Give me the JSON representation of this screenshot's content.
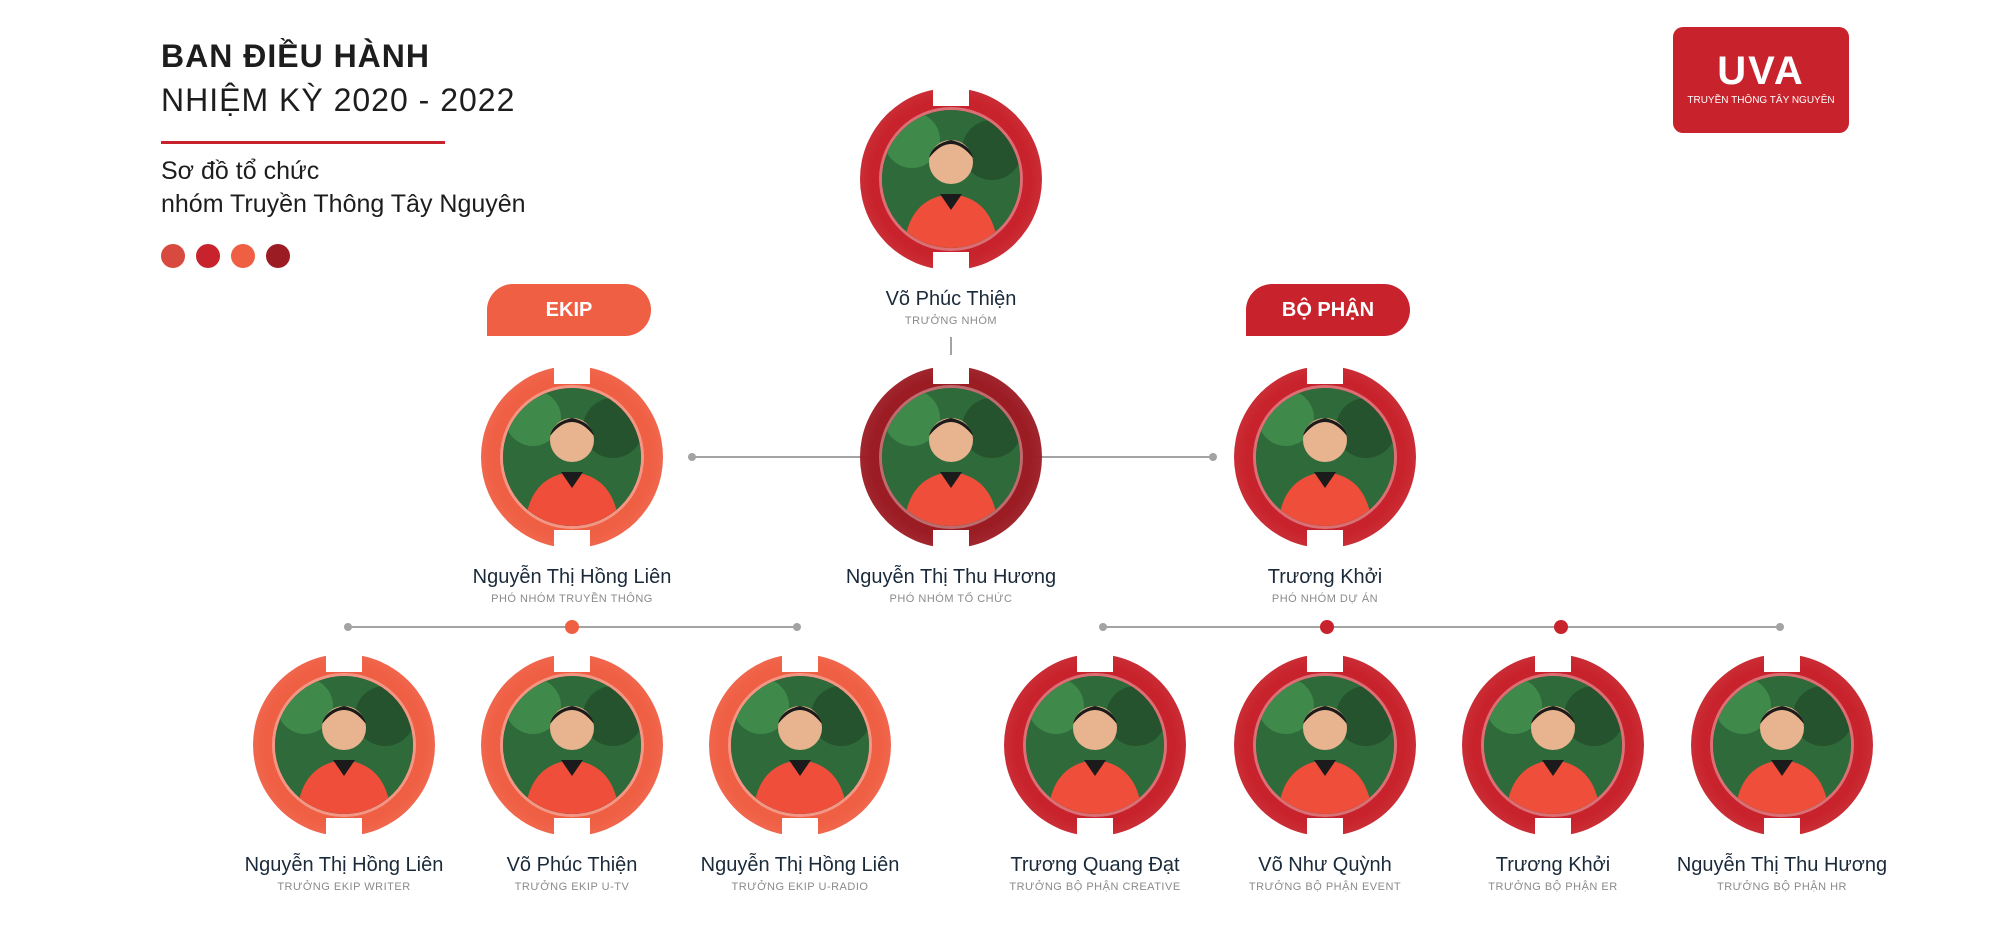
{
  "header": {
    "title_line1": "BAN ĐIỀU HÀNH",
    "title_line2": "NHIỆM KỲ 2020 - 2022",
    "subtitle_line1": "Sơ đồ tổ chức",
    "subtitle_line2": "nhóm Truyền Thông Tây Nguyên",
    "dot_colors": [
      "#d84a3f",
      "#c8232c",
      "#ef5f44",
      "#9c1c24"
    ]
  },
  "logo": {
    "mark": "UVA",
    "subtitle": "TRUYỀN THÔNG TÂY NGUYÊN"
  },
  "tags": {
    "ekip": "EKIP",
    "bo_phan": "BỘ PHẬN"
  },
  "colors": {
    "orange": "#ef5f44",
    "red": "#c8232c",
    "dark_red": "#9c1c24",
    "line": "#a3a3a3"
  },
  "leader": {
    "name": "Võ Phúc Thiện",
    "role": "TRƯỞNG NHÓM"
  },
  "deputies": [
    {
      "name": "Nguyễn Thị Hồng Liên",
      "role": "PHÓ NHÓM TRUYỀN THÔNG"
    },
    {
      "name": "Nguyễn Thị Thu Hương",
      "role": "PHÓ NHÓM TỔ CHỨC"
    },
    {
      "name": "Trương Khởi",
      "role": "PHÓ NHÓM DỰ ÁN"
    }
  ],
  "ekip": [
    {
      "name": "Nguyễn Thị Hồng Liên",
      "role": "TRƯỞNG EKIP WRITER"
    },
    {
      "name": "Võ Phúc Thiện",
      "role": "TRƯỞNG EKIP U-TV"
    },
    {
      "name": "Nguyễn Thị Hồng Liên",
      "role": "TRƯỞNG EKIP U-RADIO"
    }
  ],
  "bo_phan": [
    {
      "name": "Trương Quang Đạt",
      "role": "TRƯỞNG BỘ PHẬN CREATIVE"
    },
    {
      "name": "Võ Như Quỳnh",
      "role": "TRƯỞNG BỘ PHẬN EVENT"
    },
    {
      "name": "Trương Khởi",
      "role": "TRƯỞNG BỘ PHẬN ER"
    },
    {
      "name": "Nguyễn Thị Thu Hương",
      "role": "TRƯỞNG BỘ PHẬN HR"
    }
  ]
}
